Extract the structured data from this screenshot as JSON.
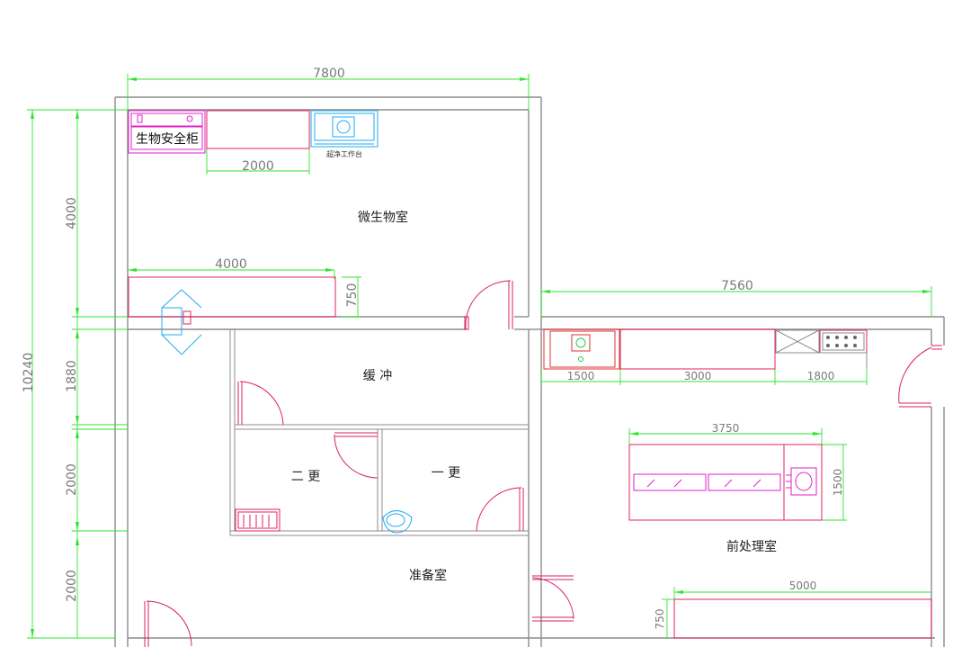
{
  "rooms": {
    "micro_lab": "微生物室",
    "buffer": "缓 冲",
    "change2": "二 更",
    "change1": "一 更",
    "prep": "准备室",
    "pretreat": "前处理室"
  },
  "equipment": {
    "biosafety_cabinet": "生物安全柜",
    "clean_bench": "超净工作台"
  },
  "dimensions": {
    "top_width": "7800",
    "bench_2000": "2000",
    "bench_4000": "4000",
    "bench_750": "750",
    "right_width": "7560",
    "seg_1500": "1500",
    "seg_3000": "3000",
    "seg_1800": "1800",
    "island_3750": "3750",
    "island_1500": "1500",
    "bench_5000": "5000",
    "bench_750b": "750",
    "total_height": "10240",
    "h_4000": "4000",
    "h_1880": "1880",
    "h_2000a": "2000",
    "h_2000b": "2000"
  },
  "colors": {
    "wall": "#8c8c8c",
    "dimension": "#2ee62e",
    "furniture": "#e0245e",
    "equipment": "#22aaee"
  }
}
